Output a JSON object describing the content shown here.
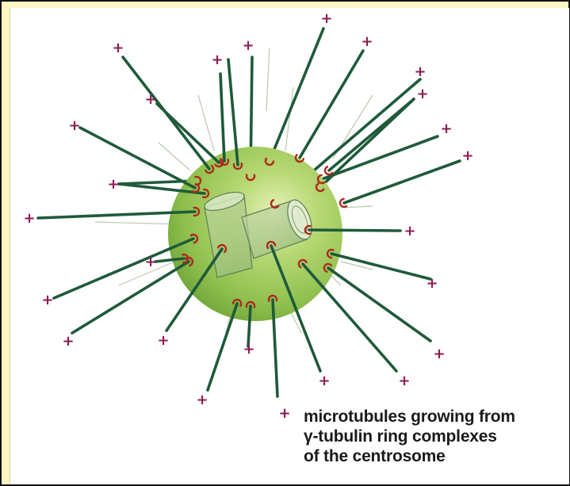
{
  "figure": {
    "plus_symbol": "+",
    "caption": {
      "line1": "microtubules growing from",
      "line2": "γ-tubulin ring complexes",
      "line3": "of the centrosome"
    }
  },
  "colors": {
    "background": "#fdf6c3",
    "panel": "#ffffff",
    "microtubule": "#1f5a3a",
    "matrix": "#9fc95a",
    "ring_complex": "#b0281c",
    "plus_end": "#8e1a55"
  }
}
